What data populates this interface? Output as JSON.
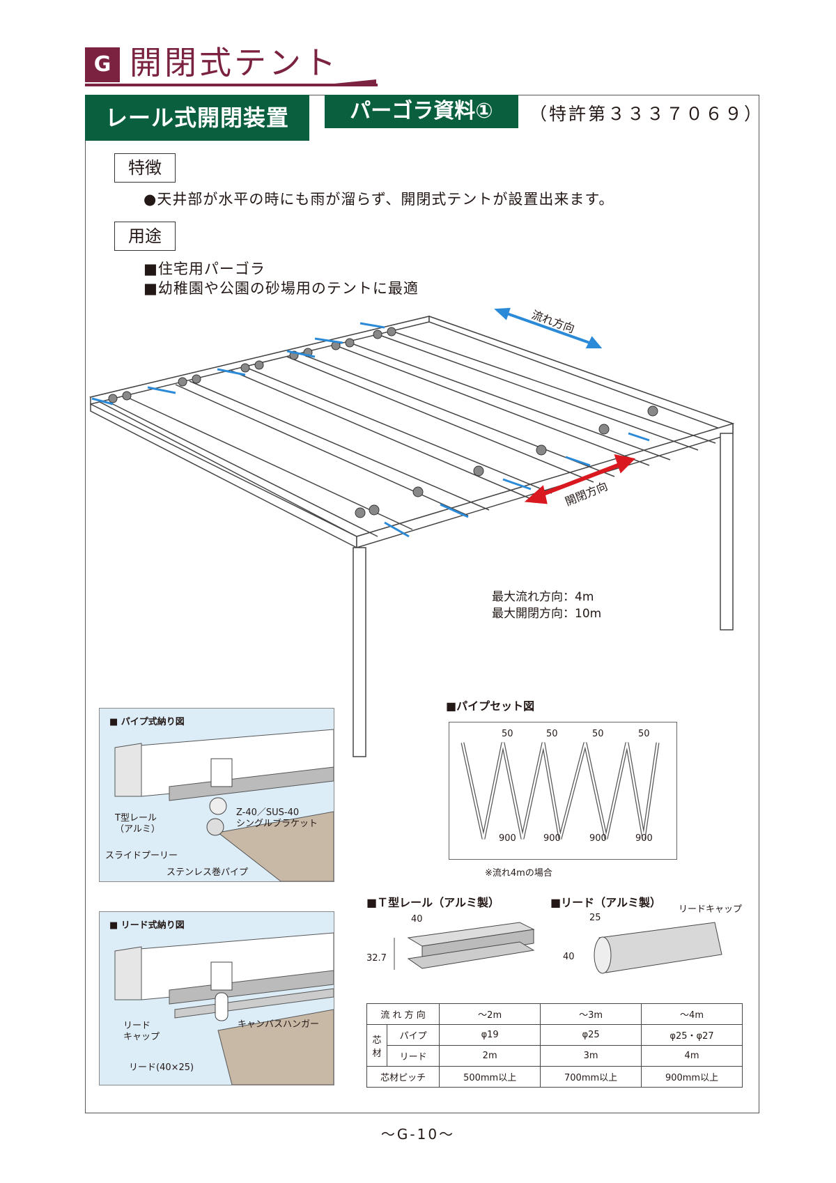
{
  "header": {
    "badge": "G",
    "title": "開閉式テント"
  },
  "tags": {
    "primary": "レール式開閉装置",
    "secondary": "パーゴラ資料①",
    "patent": "（特許第３３３７０６９）"
  },
  "features": {
    "heading": "特徴",
    "text": "●天井部が水平の時にも雨が溜らず、開閉式テントが設置出来ます。"
  },
  "uses": {
    "heading": "用途",
    "items": [
      "■住宅用パーゴラ",
      "■幼稚園や公園の砂場用のテントに最適"
    ]
  },
  "main_figure": {
    "flow_label": "流れ方向",
    "open_label": "開閉方向",
    "max_flow": "最大流れ方向：4m",
    "max_open": "最大開閉方向：10m"
  },
  "pipe_set": {
    "title": "■パイプセット図",
    "top_dims": [
      "50",
      "50",
      "50",
      "50"
    ],
    "bottom_dims": [
      "900",
      "900",
      "900",
      "900"
    ],
    "note": "※流れ4mの場合"
  },
  "pipe_inset": {
    "title": "■ パイプ式納り図",
    "label_rail": "T型レール",
    "label_rail_sub": "（アルミ）",
    "label_bracket": "Z-40／SUS-40",
    "label_bracket2": "シングルブラケット",
    "label_pulley": "スライドプーリー",
    "label_pipe": "ステンレス巻パイプ"
  },
  "lead_inset": {
    "title": "■ リード式納り図",
    "label_cap": "リード",
    "label_cap2": "キャップ",
    "label_hanger": "キャンバスハンガー",
    "label_lead": "リード(40×25)"
  },
  "t_rail": {
    "title": "■Ｔ型レール（アルミ製）",
    "dim_w": "40",
    "dim_h": "32.7"
  },
  "lead_part": {
    "title": "■リード（アルミ製）",
    "cap_label": "リードキャップ",
    "dim_w": "25",
    "dim_h": "40"
  },
  "spec_table": {
    "header": [
      "流 れ 方 向",
      "～2m",
      "～3m",
      "～4m"
    ],
    "core_label": "芯\n材",
    "rows": [
      [
        "パイプ",
        "φ19",
        "φ25",
        "φ25・φ27"
      ],
      [
        "リード",
        "2m",
        "3m",
        "4m"
      ]
    ],
    "pitch": [
      "芯材ピッチ",
      "500mm以上",
      "700mm以上",
      "900mm以上"
    ]
  },
  "footer": {
    "page": "～G-10～"
  },
  "colors": {
    "brand": "#7b2241",
    "green": "#0a5f3e",
    "arrow_blue": "#2a8ad8",
    "arrow_red": "#d9181f"
  }
}
